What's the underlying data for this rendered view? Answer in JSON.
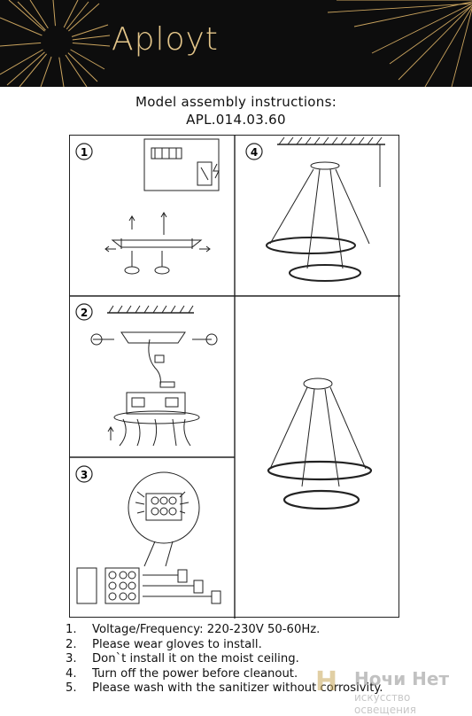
{
  "header": {
    "brand": "Aployt",
    "colors": {
      "background": "#0d0d0d",
      "accent": "#e4c68a"
    },
    "logo_icon": "sun-burst-icon"
  },
  "title": {
    "line1": "Model assembly instructions:",
    "line2": "APL.014.03.60"
  },
  "panels": [
    {
      "number": "1"
    },
    {
      "number": "2"
    },
    {
      "number": "3"
    },
    {
      "number": "4"
    }
  ],
  "notes": [
    {
      "num": "1.",
      "text": "Voltage/Frequency: 220-230V 50-60Hz."
    },
    {
      "num": "2.",
      "text": "Please wear gloves to install."
    },
    {
      "num": "3.",
      "text": "Don`t install it on the moist ceiling."
    },
    {
      "num": "4.",
      "text": "Turn off the power before cleanout."
    },
    {
      "num": "5.",
      "text": "Please wash with the sanitizer without corrosivity."
    }
  ],
  "watermark": {
    "logo_letter": "Н",
    "name": "Ночи Нет",
    "subtitle": "искусство освещения"
  }
}
